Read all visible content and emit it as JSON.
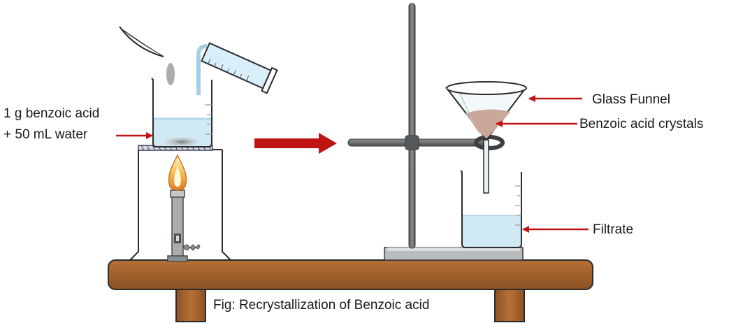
{
  "labels": {
    "sample_line1": "1 g benzoic acid",
    "sample_line2": "+ 50 mL water",
    "glass_funnel": "Glass Funnel",
    "crystals": "Benzoic acid crystals",
    "filtrate": "Filtrate"
  },
  "caption": "Fig: Recrystallization of Benzoic acid",
  "colors": {
    "arrow": "#c01414",
    "table_top": "#a3622e",
    "table_leg": "#9a5a29",
    "water": "#cfe9f5",
    "flame": "#f0a23c",
    "crystals": "#c9a89a",
    "stand": "#66686b"
  }
}
